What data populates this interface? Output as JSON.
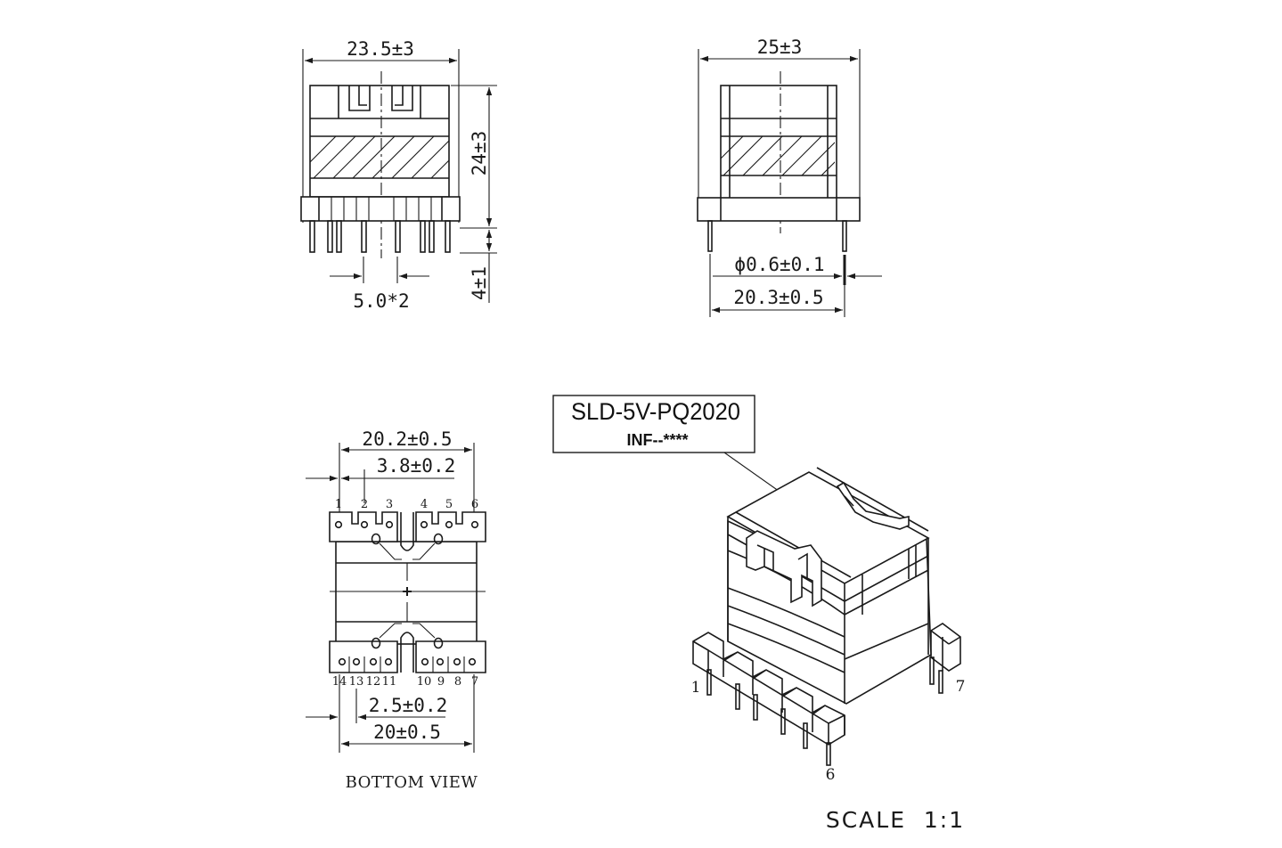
{
  "front_view": {
    "width_dim": "23.5±3",
    "height_dim": "24±3",
    "pin_length_dim": "4±1",
    "pin_pitch_dim": "5.0*2"
  },
  "side_view": {
    "width_dim": "25±3",
    "pin_diameter_dim": "ϕ0.6±0.1",
    "pin_span_dim": "20.3±0.5"
  },
  "bottom_view": {
    "outer_width_dim": "20.2±0.5",
    "offset_dim": "3.8±0.2",
    "pitch_dim": "2.5±0.2",
    "row_width_dim": "20±0.5",
    "top_pins": [
      "1",
      "2",
      "3",
      "4",
      "5",
      "6"
    ],
    "bottom_pins": [
      "14",
      "13",
      "12",
      "11",
      "10",
      "9",
      "8",
      "7"
    ],
    "caption": "BOTTOM VIEW"
  },
  "label_box": {
    "part_number": "SLD-5V-PQ2020",
    "code": "INF--****"
  },
  "iso_view": {
    "pin_labels": [
      "1",
      "7",
      "6"
    ]
  },
  "scale_text": "SCALE  1:1"
}
